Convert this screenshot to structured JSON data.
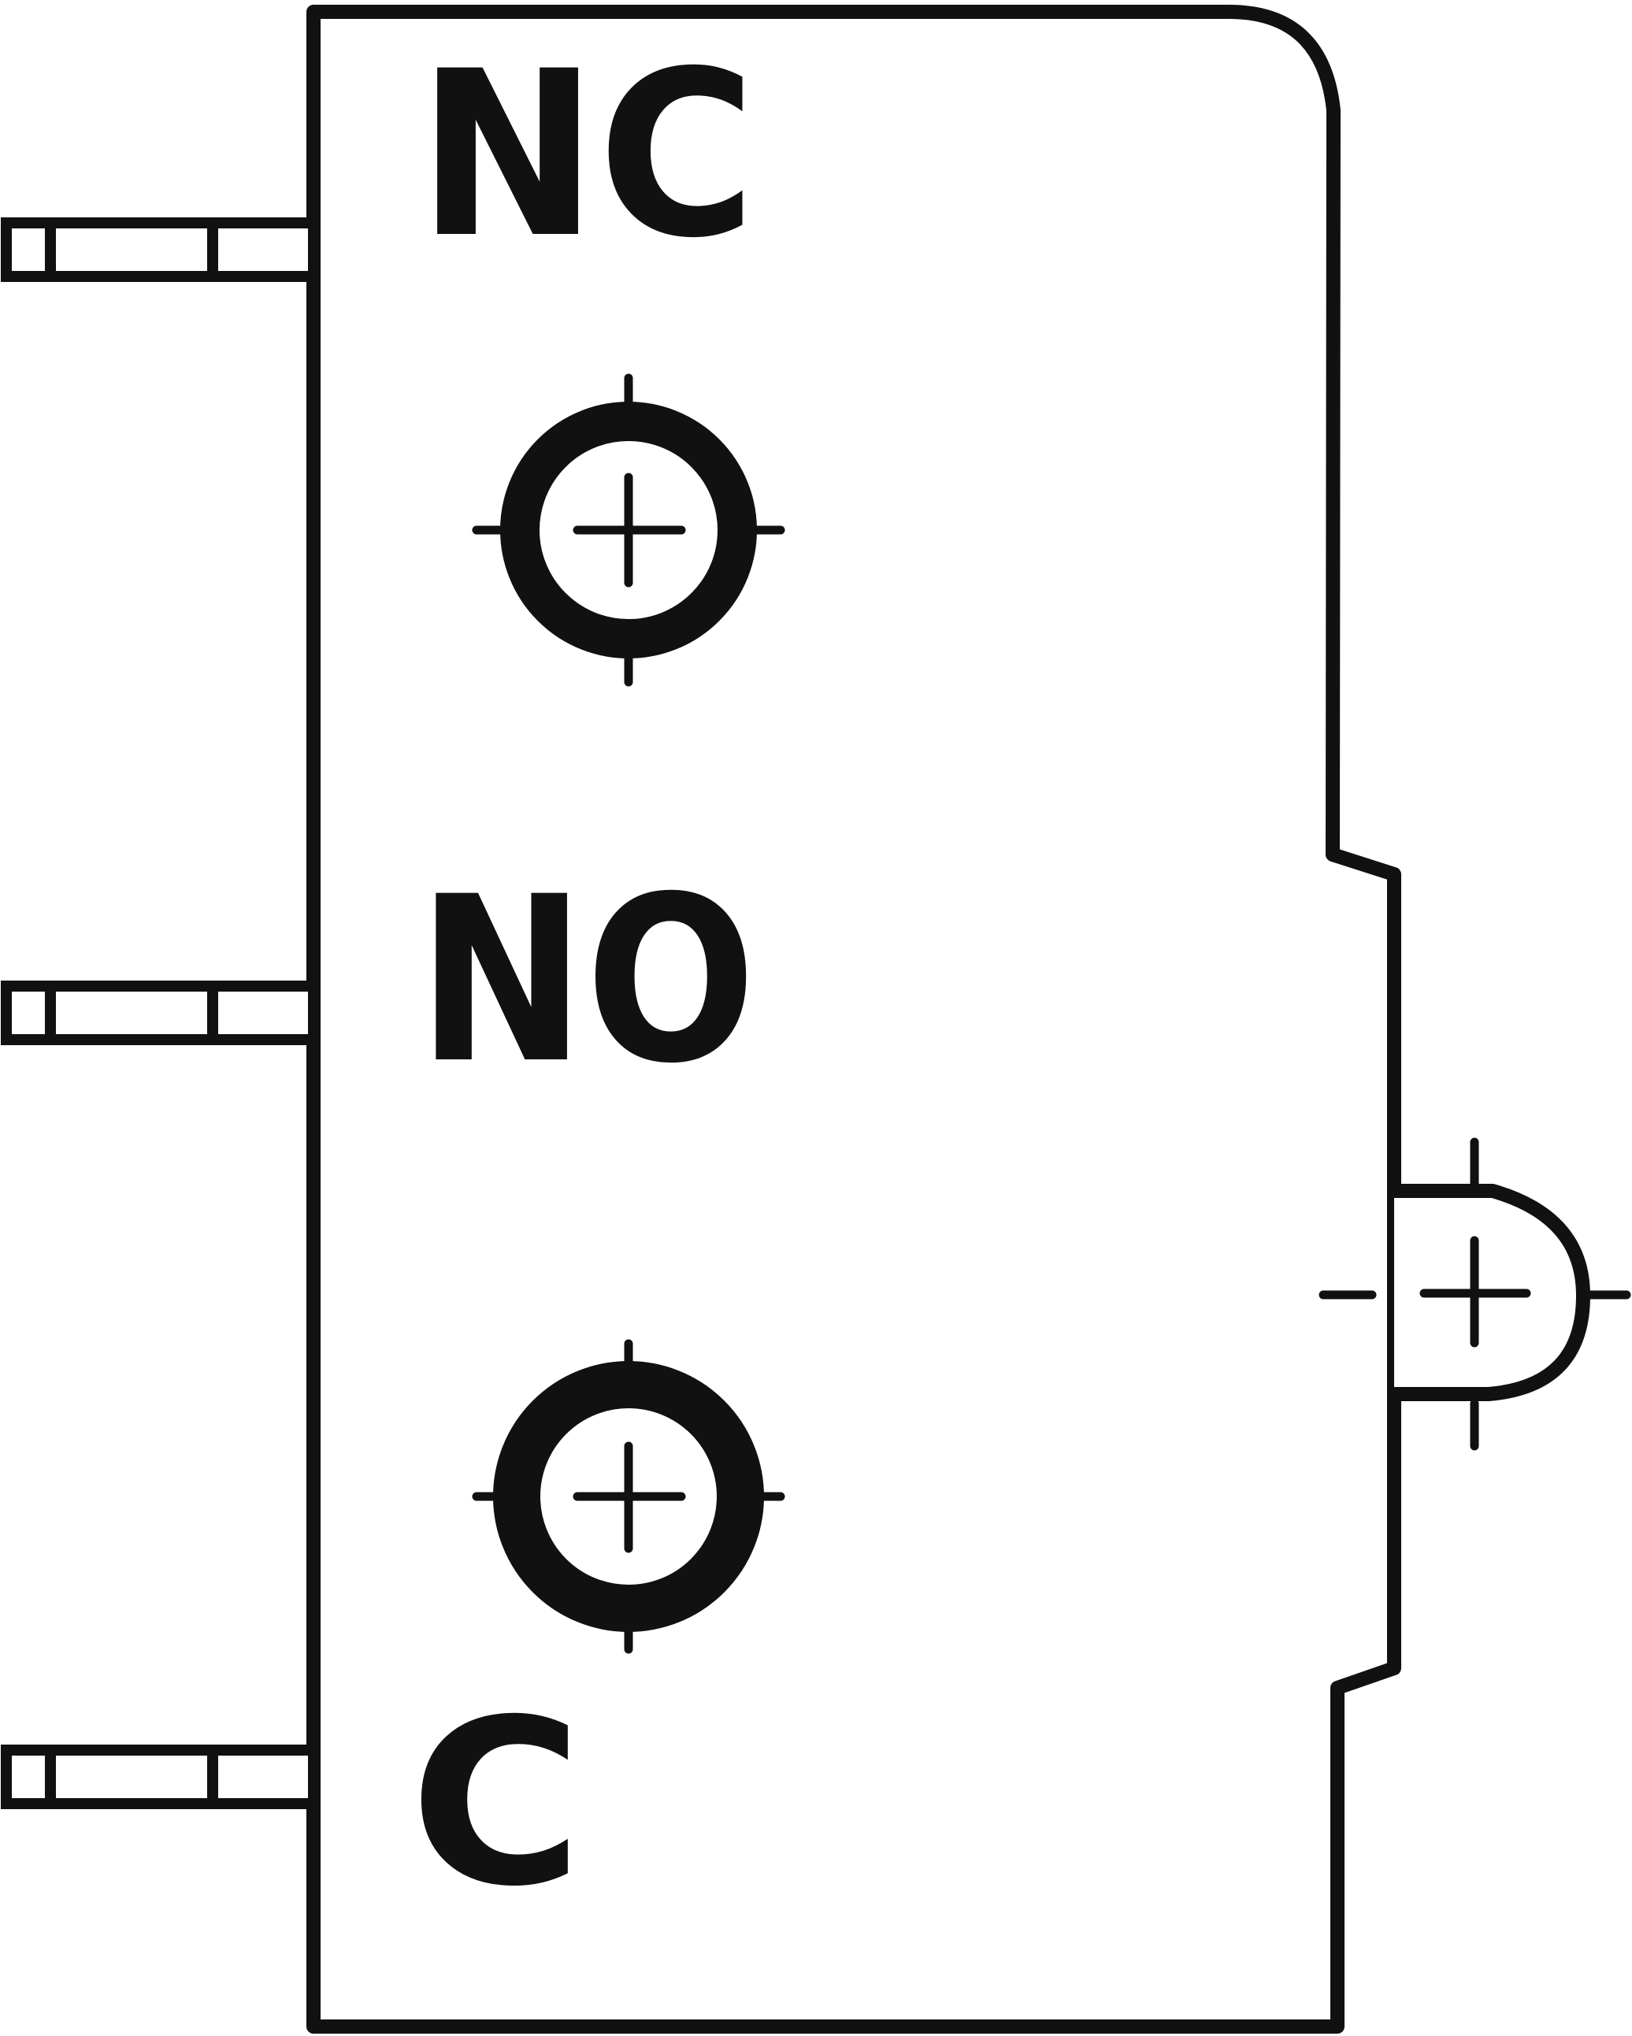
{
  "diagram": {
    "stroke_color": "#111111",
    "fill_color": "#ffffff",
    "labels": {
      "nc": "NC",
      "no": "NO",
      "c": "C"
    },
    "icons": {
      "pin": "pcb-pin-icon",
      "mount_hole": "mounting-hole-crosshair-icon",
      "actuator": "actuator-crosshair-icon"
    }
  }
}
